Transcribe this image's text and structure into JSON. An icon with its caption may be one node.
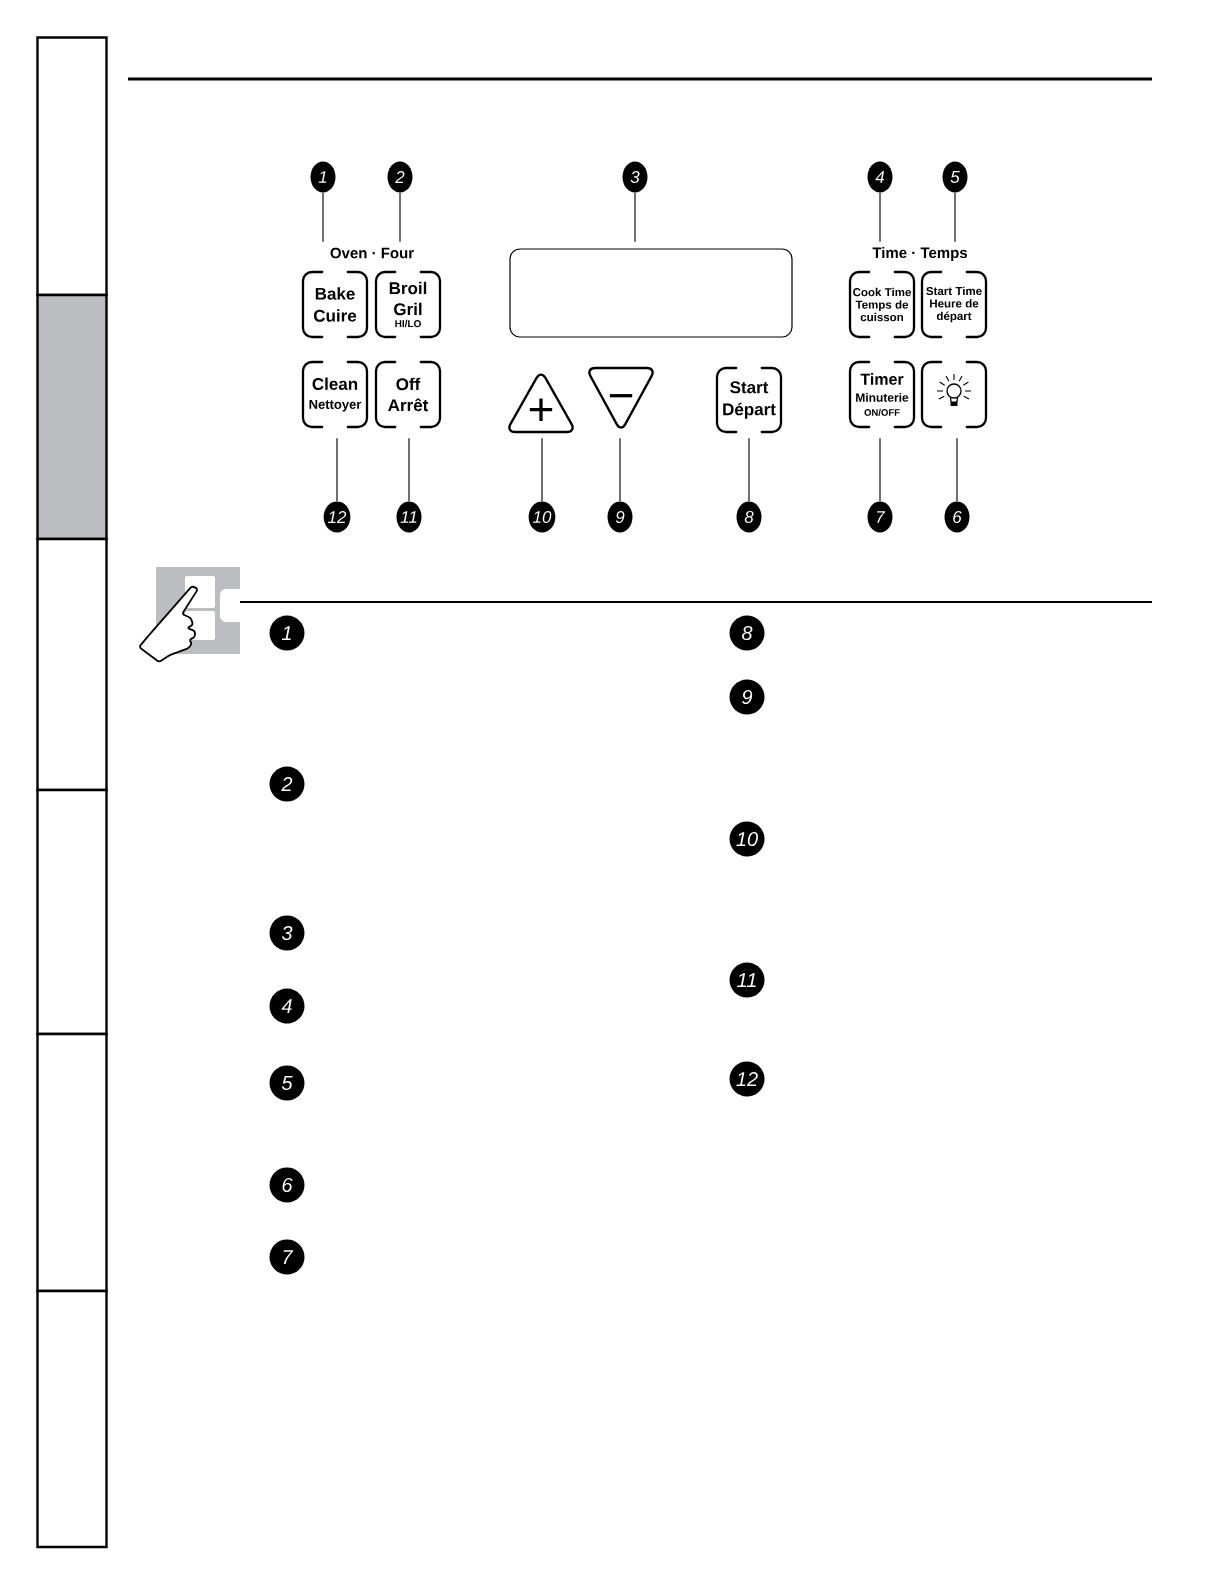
{
  "diagram": {
    "nodes": [
      {
        "text": [
          "1"
        ]
      },
      {
        "text": [
          "2"
        ]
      },
      {
        "text": [
          "3"
        ]
      },
      {
        "text": [
          "4"
        ]
      },
      {
        "text": [
          "5"
        ]
      },
      {
        "text": [
          "Bake",
          "Cuire"
        ]
      },
      {
        "text": [
          "Broil",
          "Gril",
          "HI/LO"
        ]
      },
      {
        "text": [],
        "shape": "box"
      },
      {
        "text": [
          "Cook Time",
          "Temps de cuisson"
        ]
      },
      {
        "text": [
          "Start Time",
          "Heure de départ"
        ]
      },
      {
        "text": [
          "Clean",
          "Nettoyer"
        ]
      },
      {
        "text": [
          "Off",
          "Arrêt"
        ]
      },
      {
        "text": [
          "+"
        ]
      },
      {
        "text": [
          "−"
        ]
      },
      {
        "text": [
          "Start",
          "Départ"
        ]
      },
      {
        "text": [
          "Timer",
          "Minuterie",
          "ON/OFF"
        ]
      },
      {
        "text": [],
        "shape": "box"
      },
      {
        "text": [
          "12"
        ]
      },
      {
        "text": [
          "11"
        ]
      },
      {
        "text": [
          "10"
        ]
      },
      {
        "text": [
          "9"
        ]
      },
      {
        "text": [
          "8"
        ]
      },
      {
        "text": [
          "7"
        ]
      },
      {
        "text": [
          "6"
        ]
      },
      {
        "text": [],
        "shape": "box"
      },
      {
        "text": [],
        "shape": "box"
      },
      {
        "text": [],
        "shape": "box"
      },
      {
        "text": [],
        "shape": "box"
      },
      {
        "text": [],
        "shape": "box"
      },
      {
        "text": [],
        "shape": "box"
      }
    ],
    "edges": [
      {
        "from": 0,
        "to": 5,
        "arrow": "none"
      },
      {
        "from": 1,
        "to": 6,
        "arrow": "none"
      },
      {
        "from": 2,
        "to": 7,
        "arrow": "none"
      },
      {
        "from": 3,
        "to": 8,
        "arrow": "none"
      },
      {
        "from": 4,
        "to": 9,
        "arrow": "none"
      },
      {
        "from": 17,
        "to": 10,
        "arrow": "none"
      },
      {
        "from": 18,
        "to": 11,
        "arrow": "none"
      },
      {
        "from": 19,
        "to": 12,
        "arrow": "none"
      },
      {
        "from": 20,
        "to": 13,
        "arrow": "none"
      },
      {
        "from": 21,
        "to": 14,
        "arrow": "none"
      },
      {
        "from": 22,
        "to": 15,
        "arrow": "none"
      },
      {
        "from": 23,
        "to": 16,
        "arrow": "none"
      }
    ],
    "labels": [
      "Oven · Four",
      "Time · Temps",
      "1",
      "2",
      "3",
      "4",
      "5",
      "6",
      "7",
      "8",
      "9",
      "10",
      "11",
      "12"
    ]
  }
}
